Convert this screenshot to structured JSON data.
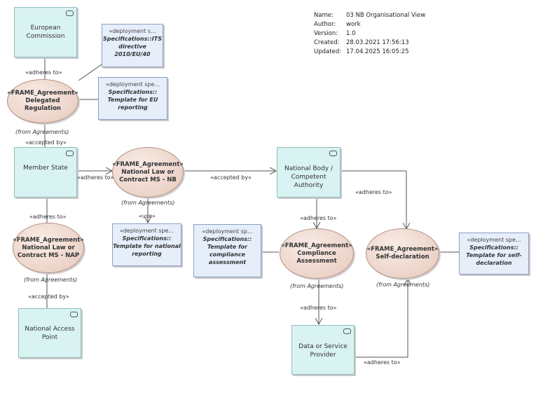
{
  "info": {
    "rows": [
      {
        "key": "Name:",
        "value": "03 NB Organisational View"
      },
      {
        "key": "Author:",
        "value": "work"
      },
      {
        "key": "Version:",
        "value": "1.0"
      },
      {
        "key": "Created:",
        "value": "28.03.2021 17:56:13"
      },
      {
        "key": "Updated:",
        "value": "17.04.2025 16:05:25"
      }
    ]
  },
  "entities": {
    "european_commission": "European Commission",
    "member_state": "Member State",
    "national_body": [
      "National Body /",
      "Competent Authority"
    ],
    "national_access_point": "National Access Point",
    "data_provider": [
      "Data or Service",
      "Provider"
    ]
  },
  "agreements": {
    "stereotype": "«FRAME_Agreement»",
    "delegated_regulation": [
      "Delegated",
      "Regulation"
    ],
    "national_law_nb": [
      "National Law or",
      "Contract MS - NB"
    ],
    "national_law_nap": [
      "National Law or",
      "Contract MS - NAP"
    ],
    "compliance_assessment": [
      "Compliance",
      "Assessment"
    ],
    "self_declaration": [
      "Self-declaration"
    ]
  },
  "notes": {
    "its_directive": {
      "stereotype": "«deployment s...",
      "body": [
        "Specifications::ITS",
        "directive",
        "2010/EU/40"
      ]
    },
    "eu_reporting": {
      "stereotype": "«deployment spe...",
      "body": [
        "Specifications::",
        "Template for EU",
        "reporting"
      ]
    },
    "national_reporting": {
      "stereotype": "«deployment spe...",
      "body": [
        "Specifications::",
        "Template for national",
        "reporting"
      ]
    },
    "compliance_template": {
      "stereotype": "«deployment sp...",
      "body": [
        "Specifications::",
        "Template for",
        "compliance",
        "assessment"
      ]
    },
    "self_decl_template": {
      "stereotype": "«deployment spe...",
      "body": [
        "Specifications::",
        "Template for self-",
        "declaration"
      ]
    }
  },
  "edge_labels": {
    "adheres_to": "«adheres to»",
    "accepted_by": "«accepted by»",
    "adheres_to_arrow": "«adheres to»",
    "use": "«use»",
    "from_agreements": "(from Agreements)"
  }
}
